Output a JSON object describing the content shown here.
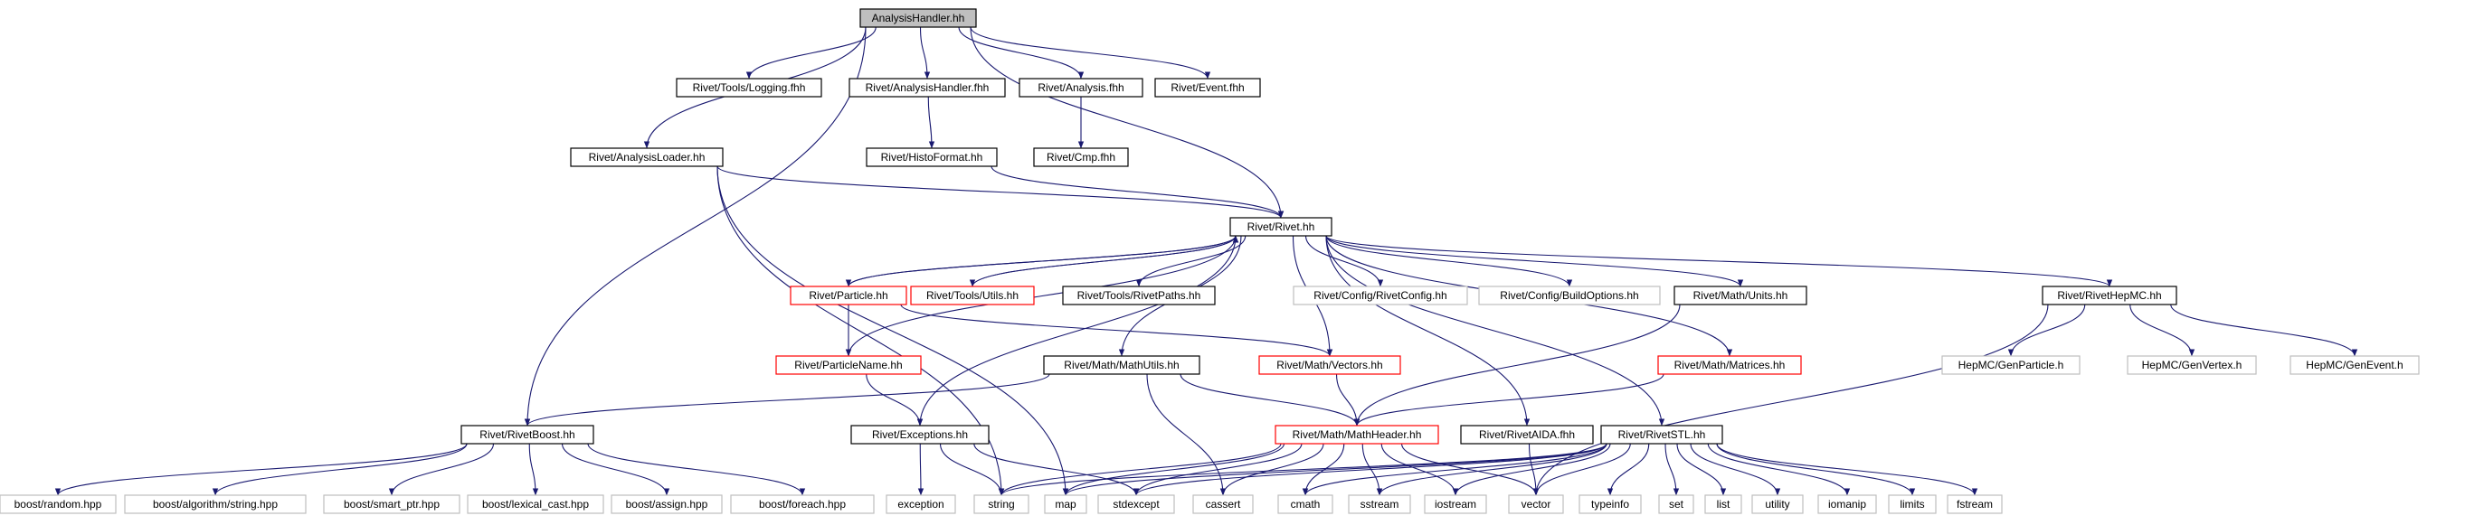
{
  "diagram": {
    "colors": {
      "edge": "#191970",
      "root_fill": "#bfbfbf",
      "default_border": "#000000",
      "missing_border": "#bfbfbf",
      "error_border": "#ff0000"
    },
    "nodes": [
      {
        "id": "analysishandler_hh",
        "label": "AnalysisHandler.hh",
        "kind": "root"
      },
      {
        "id": "logging_fhh",
        "label": "Rivet/Tools/Logging.fhh",
        "kind": "default"
      },
      {
        "id": "analysishandler_fhh",
        "label": "Rivet/AnalysisHandler.fhh",
        "kind": "default"
      },
      {
        "id": "analysis_fhh",
        "label": "Rivet/Analysis.fhh",
        "kind": "default"
      },
      {
        "id": "event_fhh",
        "label": "Rivet/Event.fhh",
        "kind": "default"
      },
      {
        "id": "analysisloader_hh",
        "label": "Rivet/AnalysisLoader.hh",
        "kind": "default"
      },
      {
        "id": "histoformat_hh",
        "label": "Rivet/HistoFormat.hh",
        "kind": "default"
      },
      {
        "id": "cmp_fhh",
        "label": "Rivet/Cmp.fhh",
        "kind": "default"
      },
      {
        "id": "rivet_hh",
        "label": "Rivet/Rivet.hh",
        "kind": "default"
      },
      {
        "id": "particle_hh",
        "label": "Rivet/Particle.hh",
        "kind": "error"
      },
      {
        "id": "utils_hh",
        "label": "Rivet/Tools/Utils.hh",
        "kind": "error"
      },
      {
        "id": "rivetpaths_hh",
        "label": "Rivet/Tools/RivetPaths.hh",
        "kind": "default"
      },
      {
        "id": "rivetconfig_hh",
        "label": "Rivet/Config/RivetConfig.hh",
        "kind": "missing"
      },
      {
        "id": "buildoptions_hh",
        "label": "Rivet/Config/BuildOptions.hh",
        "kind": "missing"
      },
      {
        "id": "units_hh",
        "label": "Rivet/Math/Units.hh",
        "kind": "default"
      },
      {
        "id": "rivethepmc_hh",
        "label": "Rivet/RivetHepMC.hh",
        "kind": "default"
      },
      {
        "id": "particlename_hh",
        "label": "Rivet/ParticleName.hh",
        "kind": "error"
      },
      {
        "id": "mathutils_hh",
        "label": "Rivet/Math/MathUtils.hh",
        "kind": "default"
      },
      {
        "id": "vectors_hh",
        "label": "Rivet/Math/Vectors.hh",
        "kind": "error"
      },
      {
        "id": "matrices_hh",
        "label": "Rivet/Math/Matrices.hh",
        "kind": "error"
      },
      {
        "id": "genparticle_h",
        "label": "HepMC/GenParticle.h",
        "kind": "missing"
      },
      {
        "id": "genvertex_h",
        "label": "HepMC/GenVertex.h",
        "kind": "missing"
      },
      {
        "id": "genevent_h",
        "label": "HepMC/GenEvent.h",
        "kind": "missing"
      },
      {
        "id": "rivetboost_hh",
        "label": "Rivet/RivetBoost.hh",
        "kind": "default"
      },
      {
        "id": "exceptions_hh",
        "label": "Rivet/Exceptions.hh",
        "kind": "default"
      },
      {
        "id": "mathheader_hh",
        "label": "Rivet/Math/MathHeader.hh",
        "kind": "error"
      },
      {
        "id": "rivetaida_fhh",
        "label": "Rivet/RivetAIDA.fhh",
        "kind": "default"
      },
      {
        "id": "rivetstl_hh",
        "label": "Rivet/RivetSTL.hh",
        "kind": "default"
      },
      {
        "id": "boost_random",
        "label": "boost/random.hpp",
        "kind": "missing"
      },
      {
        "id": "boost_string",
        "label": "boost/algorithm/string.hpp",
        "kind": "missing"
      },
      {
        "id": "boost_smartptr",
        "label": "boost/smart_ptr.hpp",
        "kind": "missing"
      },
      {
        "id": "boost_lexical",
        "label": "boost/lexical_cast.hpp",
        "kind": "missing"
      },
      {
        "id": "boost_assign",
        "label": "boost/assign.hpp",
        "kind": "missing"
      },
      {
        "id": "boost_foreach",
        "label": "boost/foreach.hpp",
        "kind": "missing"
      },
      {
        "id": "exception",
        "label": "exception",
        "kind": "missing"
      },
      {
        "id": "string",
        "label": "string",
        "kind": "missing"
      },
      {
        "id": "map",
        "label": "map",
        "kind": "missing"
      },
      {
        "id": "stdexcept",
        "label": "stdexcept",
        "kind": "missing"
      },
      {
        "id": "cassert",
        "label": "cassert",
        "kind": "missing"
      },
      {
        "id": "cmath",
        "label": "cmath",
        "kind": "missing"
      },
      {
        "id": "sstream",
        "label": "sstream",
        "kind": "missing"
      },
      {
        "id": "iostream",
        "label": "iostream",
        "kind": "missing"
      },
      {
        "id": "vector",
        "label": "vector",
        "kind": "missing"
      },
      {
        "id": "typeinfo",
        "label": "typeinfo",
        "kind": "missing"
      },
      {
        "id": "set",
        "label": "set",
        "kind": "missing"
      },
      {
        "id": "list",
        "label": "list",
        "kind": "missing"
      },
      {
        "id": "utility",
        "label": "utility",
        "kind": "missing"
      },
      {
        "id": "iomanip",
        "label": "iomanip",
        "kind": "missing"
      },
      {
        "id": "limits",
        "label": "limits",
        "kind": "missing"
      },
      {
        "id": "fstream",
        "label": "fstream",
        "kind": "missing"
      }
    ],
    "edges": [
      [
        "analysishandler_hh",
        "logging_fhh"
      ],
      [
        "analysishandler_hh",
        "analysishandler_fhh"
      ],
      [
        "analysishandler_hh",
        "analysis_fhh"
      ],
      [
        "analysishandler_hh",
        "event_fhh"
      ],
      [
        "analysishandler_hh",
        "analysisloader_hh"
      ],
      [
        "analysishandler_hh",
        "rivet_hh"
      ],
      [
        "analysishandler_hh",
        "rivetboost_hh"
      ],
      [
        "analysishandler_fhh",
        "histoformat_hh"
      ],
      [
        "analysis_fhh",
        "cmp_fhh"
      ],
      [
        "histoformat_hh",
        "rivet_hh"
      ],
      [
        "analysisloader_hh",
        "rivet_hh"
      ],
      [
        "analysisloader_hh",
        "string"
      ],
      [
        "analysisloader_hh",
        "map"
      ],
      [
        "rivet_hh",
        "particle_hh"
      ],
      [
        "rivet_hh",
        "utils_hh"
      ],
      [
        "rivet_hh",
        "rivetpaths_hh"
      ],
      [
        "rivet_hh",
        "rivetconfig_hh"
      ],
      [
        "rivet_hh",
        "buildoptions_hh"
      ],
      [
        "rivet_hh",
        "units_hh"
      ],
      [
        "rivet_hh",
        "rivethepmc_hh"
      ],
      [
        "rivet_hh",
        "particlename_hh"
      ],
      [
        "rivet_hh",
        "mathutils_hh"
      ],
      [
        "rivet_hh",
        "vectors_hh"
      ],
      [
        "rivet_hh",
        "matrices_hh"
      ],
      [
        "rivet_hh",
        "exceptions_hh"
      ],
      [
        "rivet_hh",
        "rivetaida_fhh"
      ],
      [
        "rivet_hh",
        "rivetstl_hh"
      ],
      [
        "particle_hh",
        "rivet_hh"
      ],
      [
        "particle_hh",
        "particlename_hh"
      ],
      [
        "particle_hh",
        "vectors_hh"
      ],
      [
        "utils_hh",
        "rivet_hh"
      ],
      [
        "particlename_hh",
        "exceptions_hh"
      ],
      [
        "rivethepmc_hh",
        "genparticle_h"
      ],
      [
        "rivethepmc_hh",
        "genvertex_h"
      ],
      [
        "rivethepmc_hh",
        "genevent_h"
      ],
      [
        "rivethepmc_hh",
        "vector"
      ],
      [
        "units_hh",
        "mathheader_hh"
      ],
      [
        "mathutils_hh",
        "mathheader_hh"
      ],
      [
        "mathutils_hh",
        "rivetboost_hh"
      ],
      [
        "mathutils_hh",
        "cassert"
      ],
      [
        "vectors_hh",
        "mathheader_hh"
      ],
      [
        "matrices_hh",
        "mathheader_hh"
      ],
      [
        "exceptions_hh",
        "exception"
      ],
      [
        "exceptions_hh",
        "string"
      ],
      [
        "exceptions_hh",
        "stdexcept"
      ],
      [
        "rivetboost_hh",
        "boost_random"
      ],
      [
        "rivetboost_hh",
        "boost_string"
      ],
      [
        "rivetboost_hh",
        "boost_smartptr"
      ],
      [
        "rivetboost_hh",
        "boost_lexical"
      ],
      [
        "rivetboost_hh",
        "boost_assign"
      ],
      [
        "rivetboost_hh",
        "boost_foreach"
      ],
      [
        "mathheader_hh",
        "stdexcept"
      ],
      [
        "mathheader_hh",
        "string"
      ],
      [
        "mathheader_hh",
        "map"
      ],
      [
        "mathheader_hh",
        "cassert"
      ],
      [
        "mathheader_hh",
        "cmath"
      ],
      [
        "mathheader_hh",
        "sstream"
      ],
      [
        "mathheader_hh",
        "iostream"
      ],
      [
        "mathheader_hh",
        "vector"
      ],
      [
        "rivetaida_fhh",
        "vector"
      ],
      [
        "rivetstl_hh",
        "typeinfo"
      ],
      [
        "rivetstl_hh",
        "set"
      ],
      [
        "rivetstl_hh",
        "list"
      ],
      [
        "rivetstl_hh",
        "utility"
      ],
      [
        "rivetstl_hh",
        "iomanip"
      ],
      [
        "rivetstl_hh",
        "limits"
      ],
      [
        "rivetstl_hh",
        "fstream"
      ],
      [
        "rivetstl_hh",
        "vector"
      ],
      [
        "rivetstl_hh",
        "iostream"
      ],
      [
        "rivetstl_hh",
        "sstream"
      ],
      [
        "rivetstl_hh",
        "cmath"
      ],
      [
        "rivetstl_hh",
        "stdexcept"
      ],
      [
        "rivetstl_hh",
        "map"
      ],
      [
        "rivetstl_hh",
        "string"
      ]
    ]
  }
}
